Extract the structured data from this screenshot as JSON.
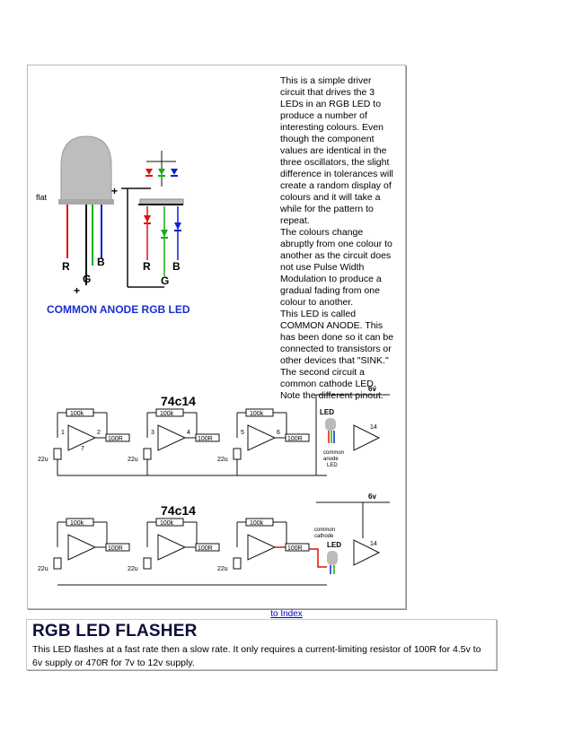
{
  "description": "This is a simple driver\ncircuit that drives the 3\nLEDs in an RGB LED to\nproduce a number of\ninteresting colours. Even\nthough the component\nvalues are identical in the\nthree oscillators, the slight\ndifference in tolerances will\ncreate a random display of\ncolours and it will take a\nwhile for the pattern to\nrepeat.\nThe colours change\nabruptly from one colour to\nanother as the circuit does\nnot use Pulse Width\nModulation to produce a\ngradual fading from one\ncolour to another.\nThis LED is called\nCOMMON ANODE. This\nhas been done so it can be\nconnected to transistors or\nother devices that \"SINK.\"\nThe second circuit a\ncommon cathode LED.\nNote the different pinout.",
  "led_diagram": {
    "flat": "flat",
    "plus": "+",
    "r": "R",
    "g": "G",
    "b": "B",
    "caption": "COMMON ANODE RGB LED"
  },
  "schematic_labels": {
    "chip": "74c14",
    "resistor_fb": "100k",
    "resistor_led": "100R",
    "capacitor": "22u",
    "supply": "6v",
    "pin_in_1": "1",
    "pin_out_1": "2",
    "pin_in_2": "3",
    "pin_out_2": "4",
    "pin_in_3": "5",
    "pin_out_3": "6",
    "pin_gnd": "7",
    "pin_vcc": "14",
    "led": "LED",
    "anode_label": [
      "common",
      "anode",
      "LED"
    ],
    "cathode_label": [
      "common",
      "cathode"
    ]
  },
  "index_link": "to Index",
  "section": {
    "title": "RGB LED FLASHER",
    "body": "This LED flashes at a fast rate then a slow rate. It only requires a current-limiting resistor of 100R for 4.5v to 6v supply or 470R for 7v to 12v supply."
  },
  "colors": {
    "red": "#e01010",
    "green": "#10b010",
    "blue": "#1020d0",
    "caption": "#1a2fd0"
  }
}
